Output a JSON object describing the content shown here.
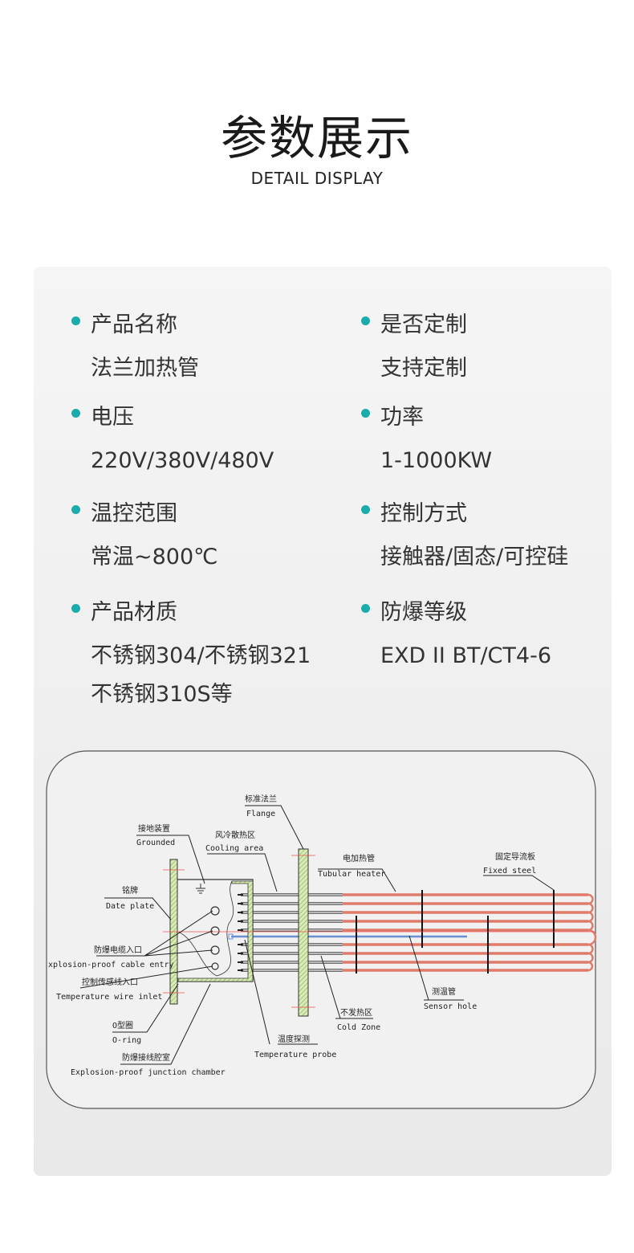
{
  "header": {
    "title": "参数展示",
    "subtitle": "DETAIL DISPLAY"
  },
  "specs": [
    {
      "label": "产品名称",
      "value": [
        "法兰加热管"
      ]
    },
    {
      "label": "是否定制",
      "value": [
        "支持定制"
      ]
    },
    {
      "label": "电压",
      "value": [
        "220V/380V/480V"
      ]
    },
    {
      "label": "功率",
      "value": [
        "1-1000KW"
      ]
    },
    {
      "label": "温控范围",
      "value": [
        "常温~800℃"
      ]
    },
    {
      "label": "控制方式",
      "value": [
        "接触器/固态/可控硅"
      ]
    },
    {
      "label": "产品材质",
      "value": [
        "不锈钢304/不锈钢321",
        "不锈钢310S等"
      ]
    },
    {
      "label": "防爆等级",
      "value": [
        "EXD II BT/CT4-6"
      ]
    }
  ],
  "diagram": {
    "labels": {
      "flange_cn": "标准法兰",
      "flange_en": "Flange",
      "grounded_cn": "接地装置",
      "grounded_en": "Grounded",
      "cooling_cn": "风冷散热区",
      "cooling_en": "Cooling area",
      "heater_cn": "电加热管",
      "heater_en": "Tubular heater",
      "fixed_cn": "固定导流板",
      "fixed_en": "Fixed steel",
      "plate_cn": "铭牌",
      "plate_en": "Date plate",
      "cable_cn": "防爆电缆入口",
      "cable_en": "xplosion-proof cable entry",
      "wire_cn": "控制传感线入口",
      "wire_en": "Temperature wire inlet",
      "oring_cn": "O型圈",
      "oring_en": "O-ring",
      "chamber_cn": "防爆接线腔室",
      "chamber_en": "Explosion-proof junction chamber",
      "probe_cn": "温度探测",
      "probe_en": "Temperature probe",
      "cold_cn": "不发热区",
      "cold_en": "Cold Zone",
      "sensor_cn": "测温管",
      "sensor_en": "Sensor hole"
    },
    "colors": {
      "tube": "#e07a6a",
      "sensor": "#6a8fd0",
      "hatch": "#b7d98c"
    }
  }
}
